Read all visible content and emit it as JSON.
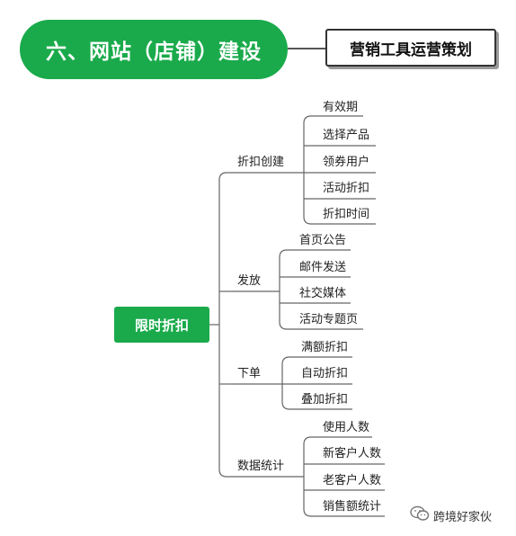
{
  "header": {
    "title": "六、网站（店铺）建设",
    "tag": "营销工具运营策划"
  },
  "mindmap": {
    "root": "限时折扣",
    "branches": [
      {
        "label": "折扣创建",
        "children": [
          "有效期",
          "选择产品",
          "领券用户",
          "活动折扣",
          "折扣时间"
        ]
      },
      {
        "label": "发放",
        "children": [
          "首页公告",
          "邮件发送",
          "社交媒体",
          "活动专题页"
        ]
      },
      {
        "label": "下单",
        "children": [
          "满额折扣",
          "自动折扣",
          "叠加折扣"
        ]
      },
      {
        "label": "数据统计",
        "children": [
          "使用人数",
          "新客户人数",
          "老客户人数",
          "销售额统计"
        ]
      }
    ]
  },
  "colors": {
    "accent": "#1aaa4b",
    "line": "#666666"
  },
  "watermark": {
    "text": "跨境好家伙",
    "icon": "wechat-icon"
  }
}
